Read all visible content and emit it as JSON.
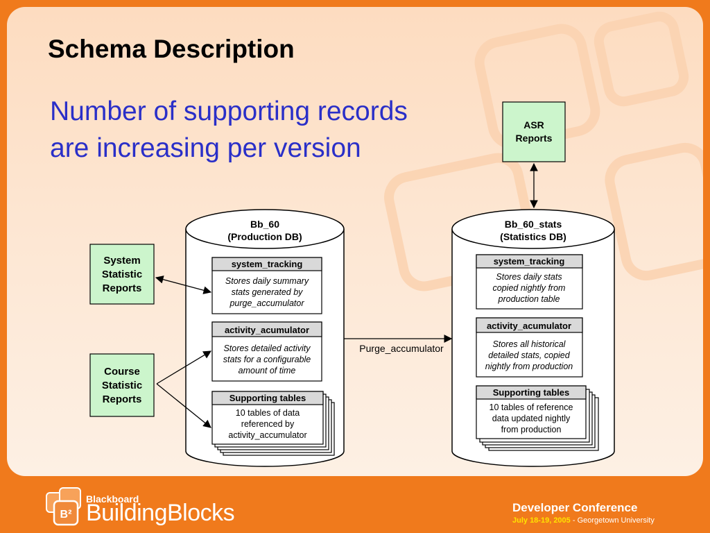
{
  "slide": {
    "title": "Schema Description",
    "subtitle_line1": "Number of supporting records",
    "subtitle_line2": "are increasing per version"
  },
  "diagram": {
    "asr_reports": [
      "ASR",
      "Reports"
    ],
    "system_reports": [
      "System",
      "Statistic",
      "Reports"
    ],
    "course_reports": [
      "Course",
      "Statistic",
      "Reports"
    ],
    "prod_db": {
      "name": "Bb_60",
      "subtitle": "(Production DB)",
      "system_tracking": {
        "header": "system_tracking",
        "lines": [
          "Stores daily summary",
          "stats generated by",
          "purge_accumulator"
        ]
      },
      "activity": {
        "header": "activity_acumulator",
        "lines": [
          "Stores detailed activity",
          "stats for a configurable",
          "amount of time"
        ]
      },
      "supporting": {
        "header": "Supporting tables",
        "lines": [
          "10 tables of data",
          "referenced by",
          "activity_accumulator"
        ]
      }
    },
    "stats_db": {
      "name": "Bb_60_stats",
      "subtitle": "(Statistics DB)",
      "system_tracking": {
        "header": "system_tracking",
        "lines": [
          "Stores daily stats",
          "copied nightly from",
          "production table"
        ]
      },
      "activity": {
        "header": "activity_acumulator",
        "lines": [
          "Stores all historical",
          "detailed stats, copied",
          "nightly from production"
        ]
      },
      "supporting": {
        "header": "Supporting tables",
        "lines": [
          "10 tables of reference",
          "data updated nightly",
          "from production"
        ]
      }
    },
    "purge_label": "Purge_accumulator"
  },
  "footer": {
    "brand_small": "Blackboard",
    "brand_big": "BuildingBlocks",
    "logo_mark": "B²",
    "conference": "Developer Conference",
    "dates": "July 18-19, 2005",
    "place": " - Georgetown University"
  },
  "colors": {
    "background_orange": "#f07a1c",
    "slide_peach": "#fde3cc",
    "subtitle_blue": "#2a2fc8",
    "report_box_green": "#ccf5cc",
    "table_header_gray": "#d9d9d9",
    "dates_yellow": "#ffe300"
  }
}
